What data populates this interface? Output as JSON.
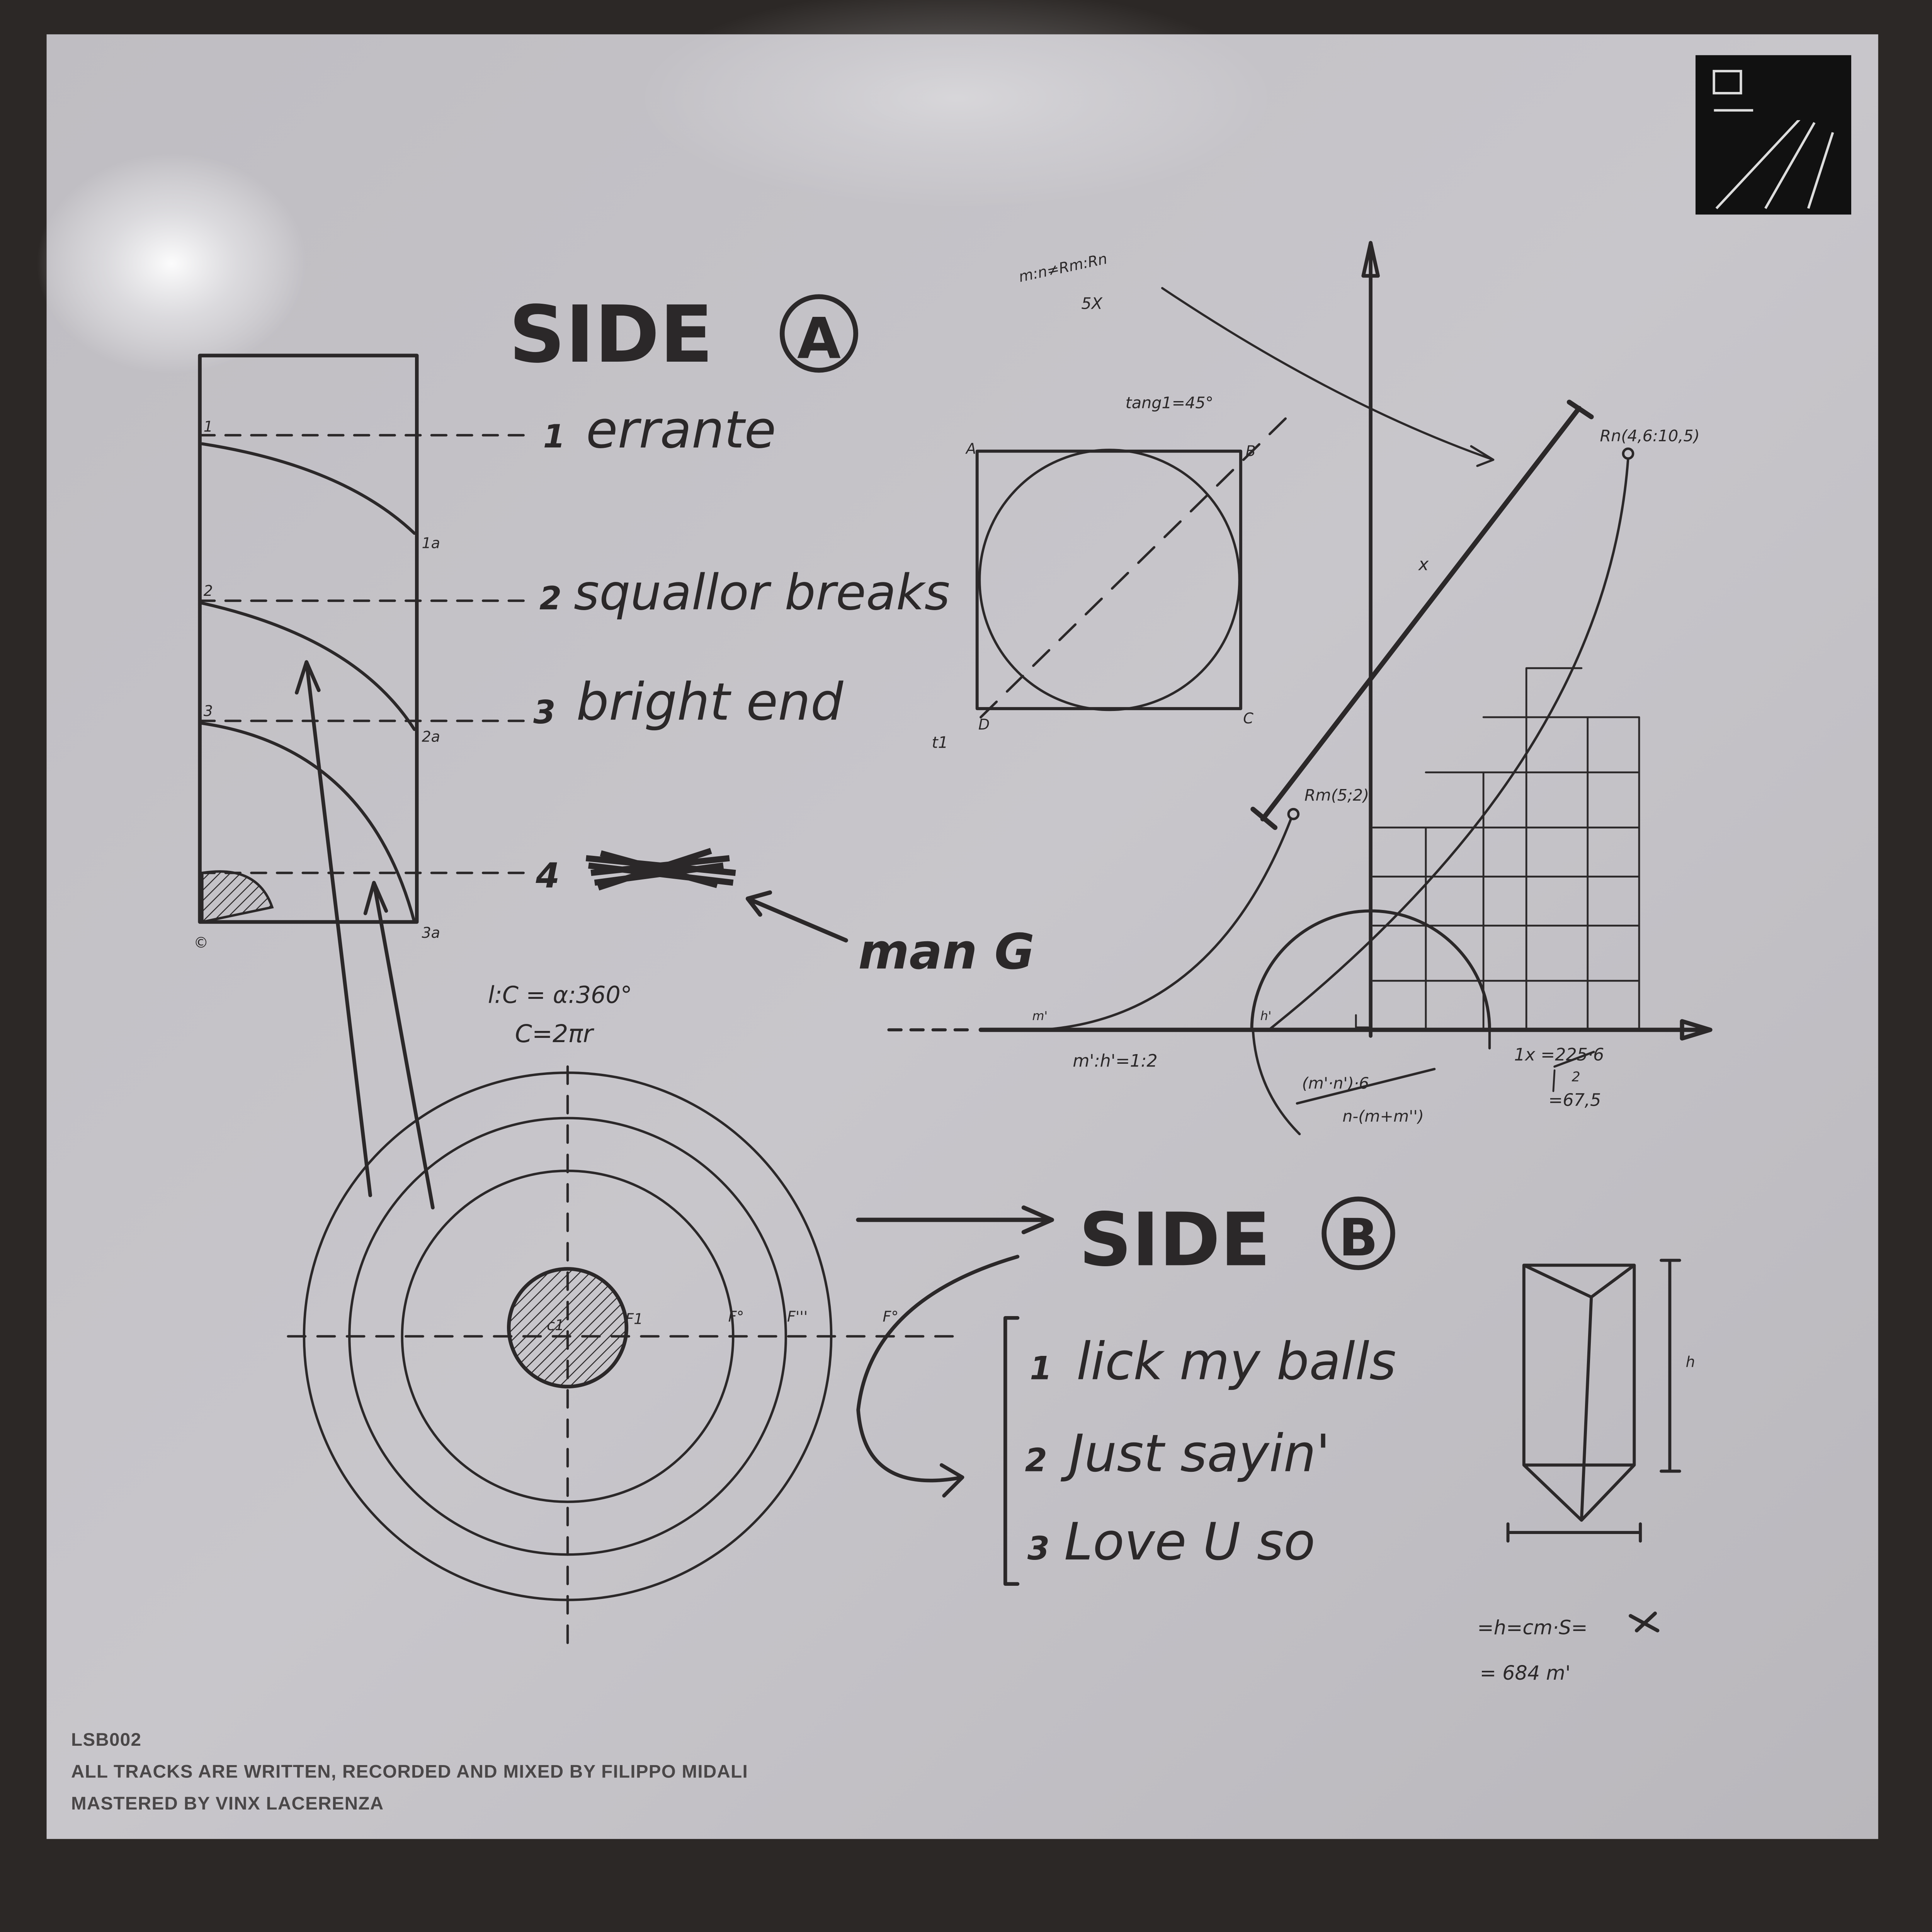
{
  "side_a": {
    "title": "SIDE",
    "letter": "A",
    "tracks": [
      {
        "num": "1",
        "title": "errante"
      },
      {
        "num": "2",
        "title": "squallor breaks"
      },
      {
        "num": "3",
        "title": "bright end"
      },
      {
        "num": "4",
        "title": ""
      }
    ],
    "marker_labels": [
      "1",
      "1a",
      "2",
      "2a",
      "3",
      "3a",
      "©"
    ],
    "annotation": "man G"
  },
  "side_b": {
    "title": "SIDE",
    "letter": "B",
    "tracks": [
      {
        "num": "1",
        "title": "lick my balls"
      },
      {
        "num": "2",
        "title": "Just sayin'"
      },
      {
        "num": "3",
        "title": "Love U so"
      }
    ]
  },
  "disc": {
    "formula1": "l:C = α:360°",
    "formula2": "C=2πr",
    "labels": [
      "c1",
      "F1",
      "F°",
      "F'''",
      "F°"
    ]
  },
  "graph": {
    "formula_top": "m:n≠Rm:Rn",
    "formula_top2": "5X",
    "tangent": "tang1=45°",
    "corners": [
      "A",
      "B",
      "C",
      "D"
    ],
    "t_label": "t1",
    "x_label": "x",
    "point_rn": "Rn(4,6:10,5)",
    "point_rm": "Rm(5;2)",
    "m_label": "m'",
    "h_label": "h'",
    "ratio": "m':h'=1:2",
    "fraction_num": "(m'·n')·6",
    "fraction_den": "n-(m+m'')",
    "calc1": "1x =225·6",
    "calc1_den": "2",
    "calc2": "=67,5"
  },
  "prism": {
    "h_label": "h",
    "formula1": "=h=cm·S=",
    "formula2": "= 684 m'"
  },
  "credits": {
    "catalog": "LSB002",
    "line1": "ALL TRACKS ARE WRITTEN, RECORDED AND MIXED BY FILIPPO MIDALI",
    "line2": "MASTERED BY VINX LACERENZA"
  },
  "colors": {
    "ink": "#2b2829",
    "paper": "#c4c2c7",
    "border": "#2c2826"
  }
}
